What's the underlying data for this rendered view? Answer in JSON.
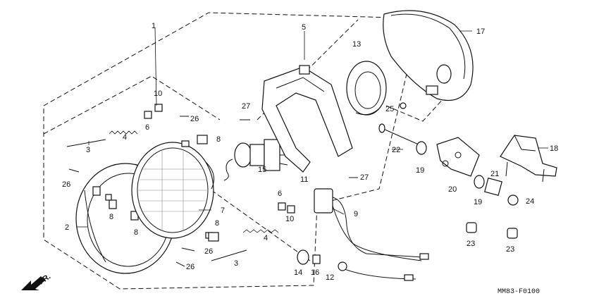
{
  "diagram": {
    "title_code": "MM83-F0100",
    "direction_label": "FR.",
    "callouts": [
      "1",
      "2",
      "3",
      "3",
      "4",
      "4",
      "5",
      "6",
      "6",
      "7",
      "8",
      "8",
      "8",
      "8",
      "9",
      "10",
      "10",
      "11",
      "12",
      "13",
      "14",
      "15",
      "16",
      "17",
      "18",
      "19",
      "19",
      "20",
      "21",
      "22",
      "23",
      "23",
      "24",
      "25",
      "26",
      "26",
      "26",
      "26",
      "27",
      "27"
    ]
  }
}
